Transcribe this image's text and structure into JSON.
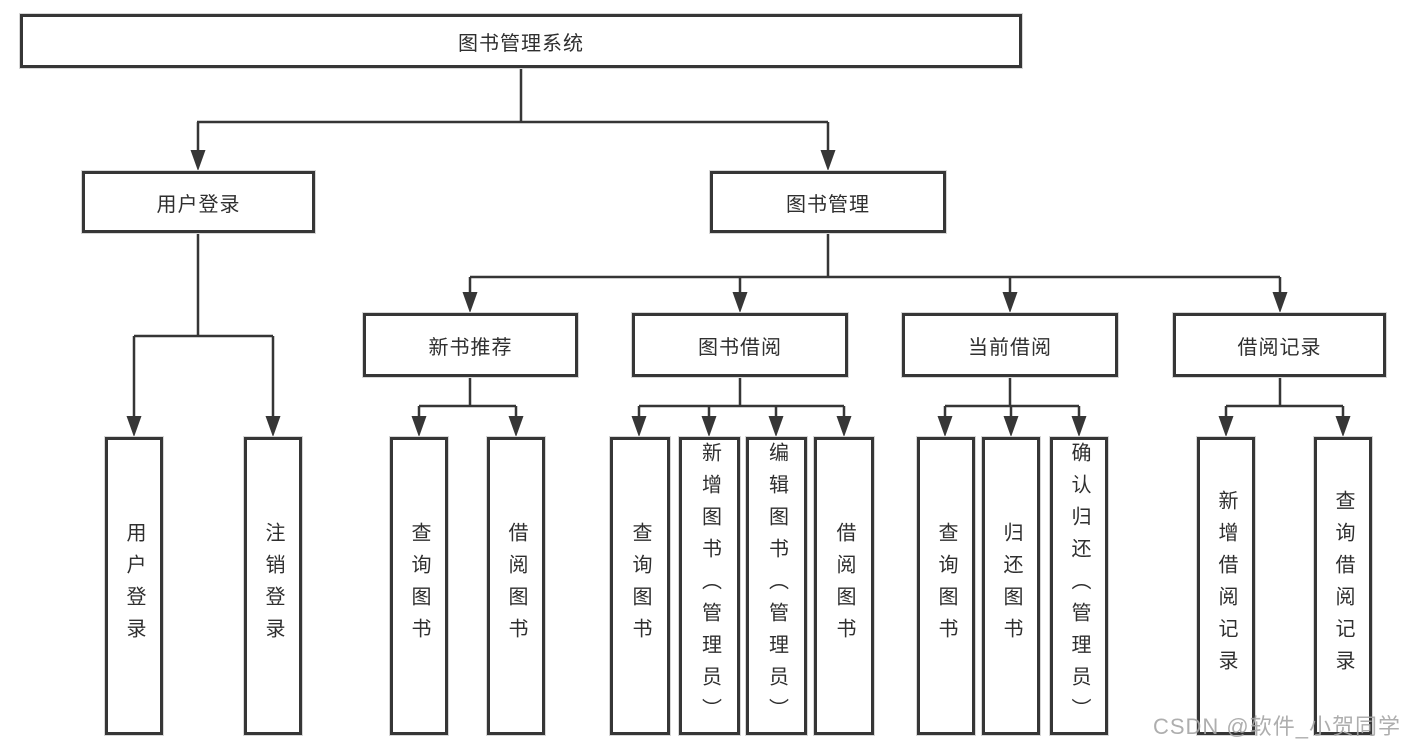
{
  "diagram": {
    "title": "图书管理系统",
    "level2": {
      "user_login": "用户登录",
      "book_mgmt": "图书管理"
    },
    "level3": {
      "new_books": "新书推荐",
      "borrow": "图书借阅",
      "current": "当前借阅",
      "records": "借阅记录"
    },
    "leaves": {
      "user_login": [
        "用户登录",
        "注销登录"
      ],
      "new_books": [
        "查询图书",
        "借阅图书"
      ],
      "borrow": [
        "查询图书",
        "新增图书（管理员）",
        "编辑图书（管理员）",
        "借阅图书"
      ],
      "current": [
        "查询图书",
        "归还图书",
        "确认归还（管理员）"
      ],
      "records": [
        "新增借阅记录",
        "查询借阅记录"
      ]
    }
  },
  "watermark": "CSDN @软件_小贺同学",
  "colors": {
    "line": "#363636",
    "border": "#363636",
    "text": "#2f2f2f",
    "watermark": "#a6a6a6"
  }
}
